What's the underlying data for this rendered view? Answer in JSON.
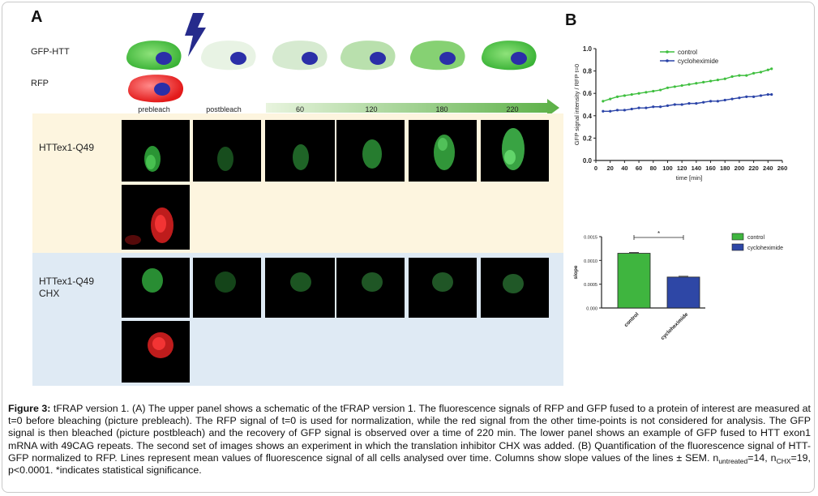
{
  "panelA": {
    "letter": "A",
    "row_labels": {
      "gfp": "GFP-HTT",
      "rfp": "RFP"
    },
    "stage_labels": [
      "prebleach",
      "postbleach",
      "60",
      "120",
      "180",
      "220"
    ],
    "section1_label": "HTTex1-Q49",
    "section2_label_line1": "HTTex1-Q49",
    "section2_label_line2": "CHX"
  },
  "panelB": {
    "letter": "B",
    "colors": {
      "control_line": "#3fbf3f",
      "chx_line": "#2b44a8",
      "control_bar": "#3fb53f",
      "chx_bar": "#2e47a6"
    }
  },
  "chart_data": [
    {
      "type": "line",
      "ylabel": "GFP signal intensity / RFP t=0",
      "xlabel": "time [min]",
      "xlim": [
        0,
        260
      ],
      "ylim": [
        0.0,
        1.0
      ],
      "x_ticks": [
        "0",
        "20",
        "40",
        "60",
        "80",
        "100",
        "120",
        "140",
        "160",
        "180",
        "200",
        "220",
        "240",
        "260"
      ],
      "y_ticks": [
        "0.0",
        "0.2",
        "0.4",
        "0.6",
        "0.8",
        "1.0"
      ],
      "legend": [
        "control",
        "cycloheximide"
      ],
      "series": [
        {
          "name": "control",
          "x": [
            10,
            20,
            30,
            40,
            50,
            60,
            70,
            80,
            90,
            100,
            110,
            120,
            130,
            140,
            150,
            160,
            170,
            180,
            190,
            200,
            210,
            220,
            230,
            240,
            245
          ],
          "values": [
            0.53,
            0.55,
            0.57,
            0.58,
            0.59,
            0.6,
            0.61,
            0.62,
            0.63,
            0.65,
            0.66,
            0.67,
            0.68,
            0.69,
            0.7,
            0.71,
            0.72,
            0.73,
            0.75,
            0.76,
            0.76,
            0.78,
            0.79,
            0.81,
            0.82
          ]
        },
        {
          "name": "cycloheximide",
          "x": [
            10,
            20,
            30,
            40,
            50,
            60,
            70,
            80,
            90,
            100,
            110,
            120,
            130,
            140,
            150,
            160,
            170,
            180,
            190,
            200,
            210,
            220,
            230,
            240,
            245
          ],
          "values": [
            0.44,
            0.44,
            0.45,
            0.45,
            0.46,
            0.47,
            0.47,
            0.48,
            0.48,
            0.49,
            0.5,
            0.5,
            0.51,
            0.51,
            0.52,
            0.53,
            0.53,
            0.54,
            0.55,
            0.56,
            0.57,
            0.57,
            0.58,
            0.59,
            0.59
          ]
        }
      ]
    },
    {
      "type": "bar",
      "ylabel": "slope",
      "categories": [
        "control",
        "cycloheximide"
      ],
      "values": [
        0.00115,
        0.00065
      ],
      "ylim": [
        0.0,
        0.0015
      ],
      "y_ticks": [
        "0.000",
        "0.0005",
        "0.0010",
        "0.0015"
      ],
      "legend": [
        "control",
        "cycloheximide"
      ],
      "annotation": "*"
    }
  ],
  "caption": {
    "label": "Figure 3:",
    "text1": " tFRAP version 1. (A) The upper panel shows a schematic of the tFRAP version 1. The fluorescence signals of RFP and GFP fused to a protein of interest are measured at t=0 before bleaching (picture prebleach). The RFP signal of t=0 is used for normalization, while the red signal from the other time-points is not considered for analysis. The GFP signal is then bleached (picture postbleach) and the recovery of GFP signal is observed over a time of 220 min. The lower panel shows an example of GFP fused to HTT exon1 mRNA with 49CAG repeats. The second set of images shows an experiment in which the translation inhibitor CHX was added. (B) Quantification of the fluorescence signal of HTT-GFP normalized to RFP. Lines represent mean values of fluorescence signal of all cells analysed over time. Columns show slope values of the lines ± SEM. n",
    "sub1": "untreated",
    "text2": "=14, n",
    "sub2": "CHX",
    "text3": "=19, p<0.0001. *indicates statistical significance."
  }
}
